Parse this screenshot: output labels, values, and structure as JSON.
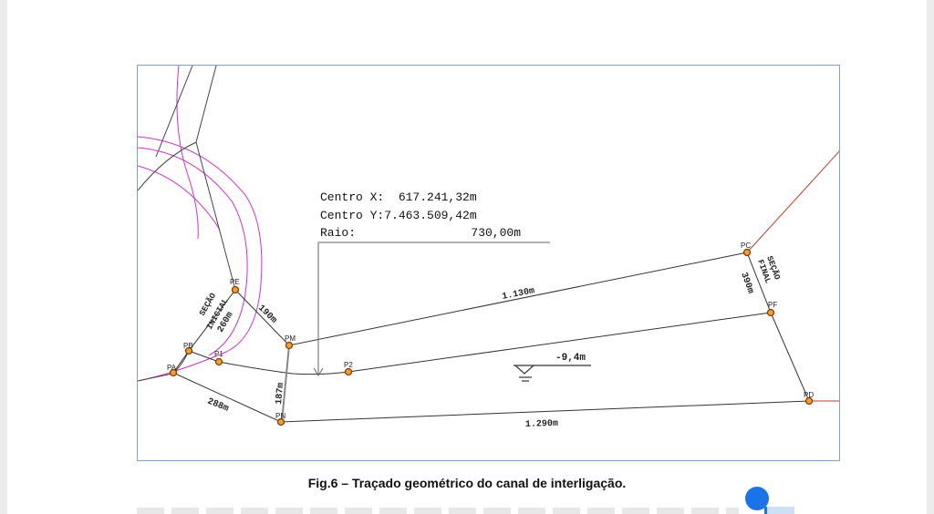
{
  "caption": "Fig.6 – Traçado geométrico do canal de interligação.",
  "info_box": {
    "line1": "Centro X:  617.241,32m",
    "line2": "Centro Y:7.463.509,42m",
    "line3_label": "Raio:",
    "line3_value": "730,00m"
  },
  "points": {
    "pa": "PA",
    "pb": "PB",
    "p1": "P1",
    "pe": "PE",
    "pm": "PM",
    "p2": "P2",
    "pn": "PN",
    "pc": "PC",
    "pf": "PF",
    "pd": "PD"
  },
  "dimensions": {
    "d_190": "190m",
    "d_1130": "1.130m",
    "d_187": "187m",
    "d_288": "288m",
    "d_1290": "1.290m",
    "d_260": "260m",
    "d_390": "390m",
    "level": "-9,4m"
  },
  "section_labels": {
    "initial_1": "SEÇÃO",
    "initial_2": "INICIAL",
    "final_1": "SEÇÃO",
    "final_2": "FINAL"
  },
  "colors": {
    "magenta": "#cc33cc",
    "red": "#c0392b",
    "point_fill": "#f0a030",
    "point_stroke": "#8a3a00",
    "line": "#333333",
    "frame": "#7f9fc6",
    "cursor": "#1a73e8"
  },
  "icons": {
    "cursor": "cursor-dot-icon",
    "water_level": "water-level-icon"
  }
}
